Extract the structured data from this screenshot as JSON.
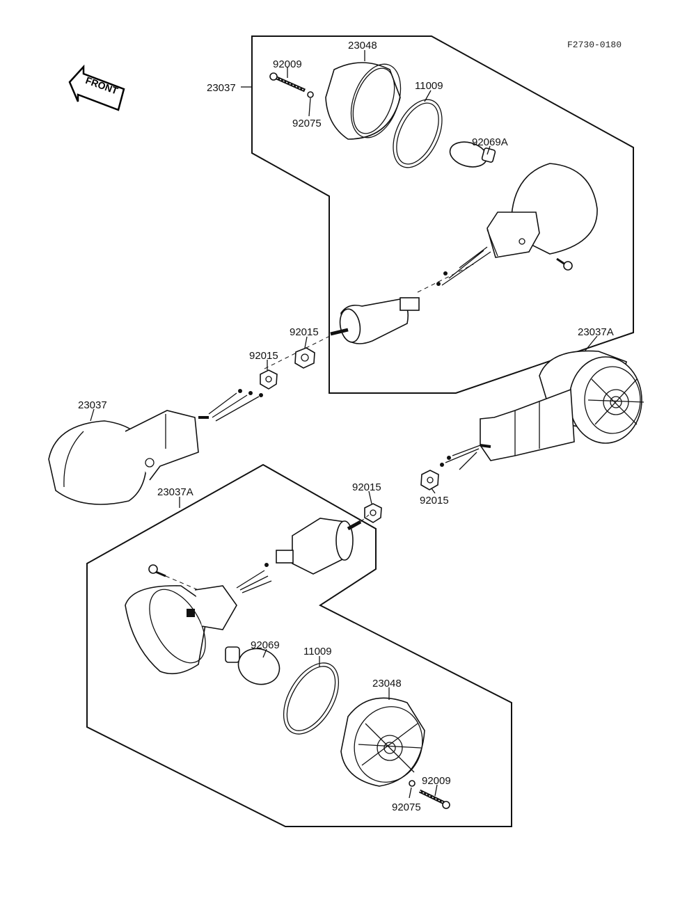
{
  "diagram": {
    "code": "F2730-0180",
    "direction_label": "FRONT"
  },
  "parts": {
    "p23037_upper": "23037",
    "p23048_upper": "23048",
    "p92009_upper": "92009",
    "p92075_upper": "92075",
    "p11009_upper": "11009",
    "p92069A": "92069A",
    "p92015_a": "92015",
    "p92015_b": "92015",
    "p23037_left": "23037",
    "p23037A_right": "23037A",
    "p92015_c": "92015",
    "p92015_d": "92015",
    "p23037A_lower": "23037A",
    "p92069": "92069",
    "p11009_lower": "11009",
    "p23048_lower": "23048",
    "p92009_lower": "92009",
    "p92075_lower": "92075"
  }
}
